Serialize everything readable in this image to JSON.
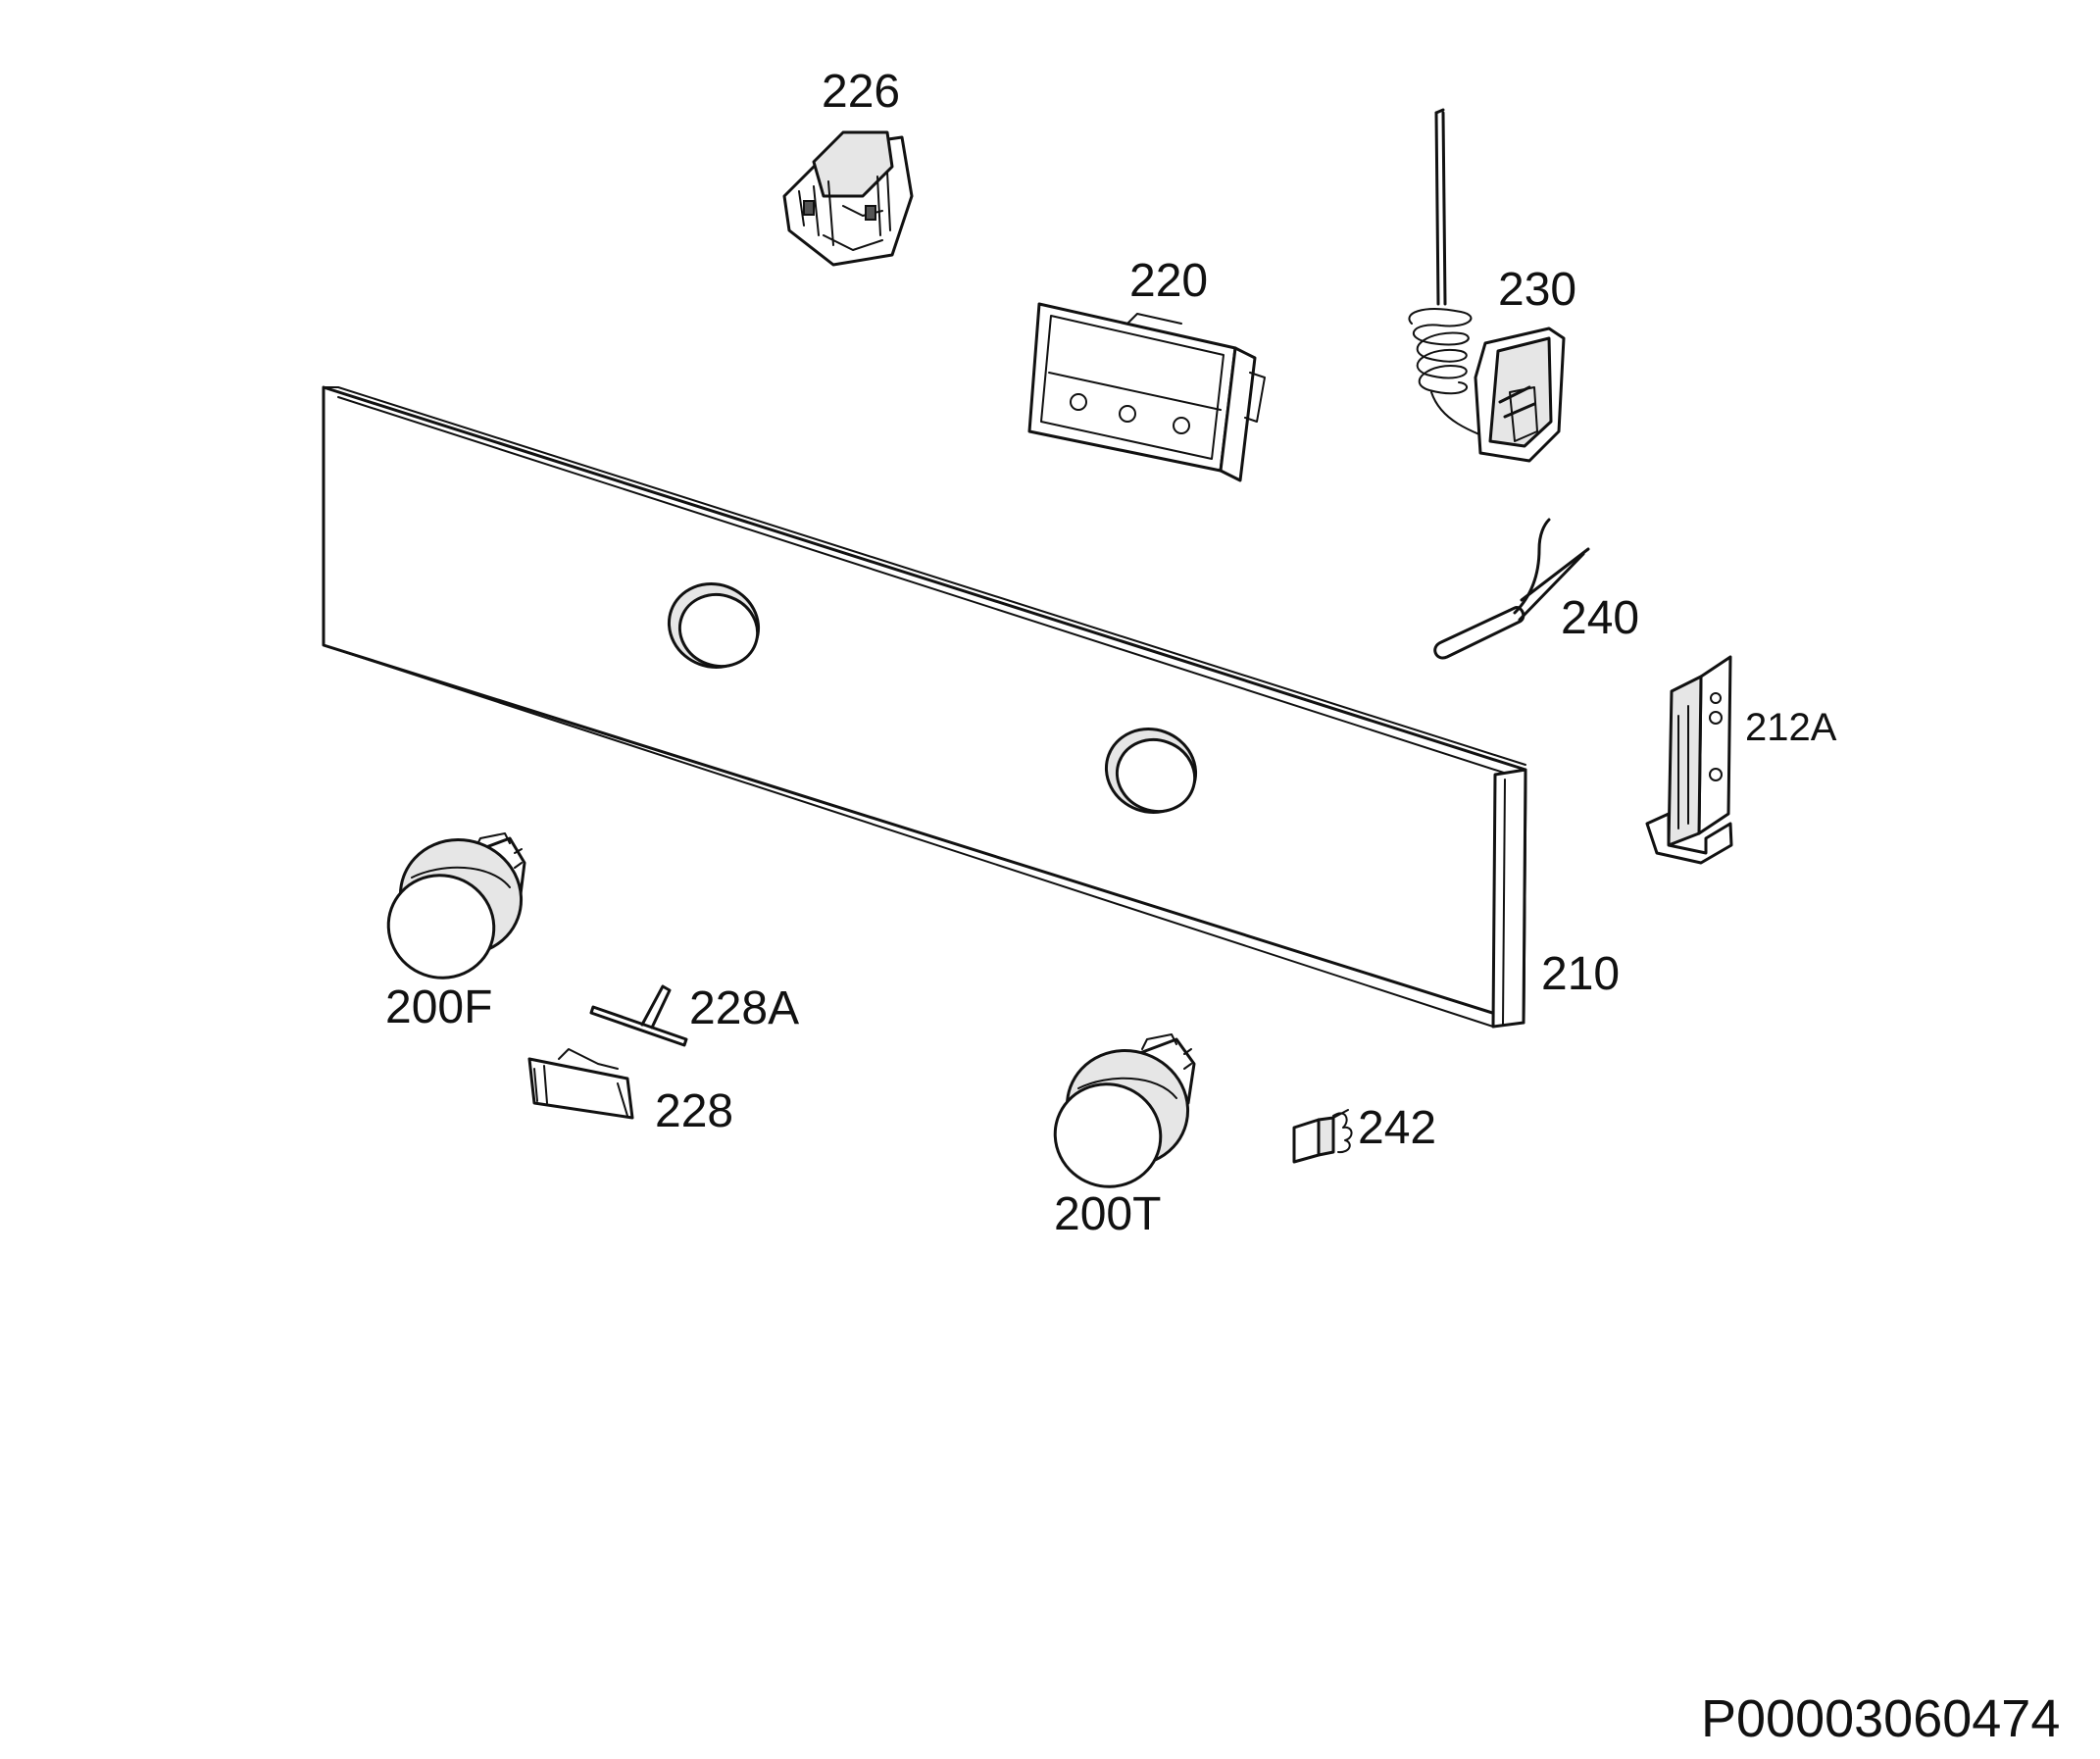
{
  "colors": {
    "line": "#111111",
    "background": "#ffffff",
    "shade": "#e6e6e6"
  },
  "parts": [
    {
      "id": "p226",
      "label": "226"
    },
    {
      "id": "p220",
      "label": "220"
    },
    {
      "id": "p230",
      "label": "230"
    },
    {
      "id": "p240",
      "label": "240"
    },
    {
      "id": "p212A",
      "label": "212A"
    },
    {
      "id": "p210",
      "label": "210"
    },
    {
      "id": "p200F",
      "label": "200F"
    },
    {
      "id": "p228A",
      "label": "228A"
    },
    {
      "id": "p228",
      "label": "228"
    },
    {
      "id": "p200T",
      "label": "200T"
    },
    {
      "id": "p242",
      "label": "242"
    }
  ],
  "document_id": "P00003060474"
}
